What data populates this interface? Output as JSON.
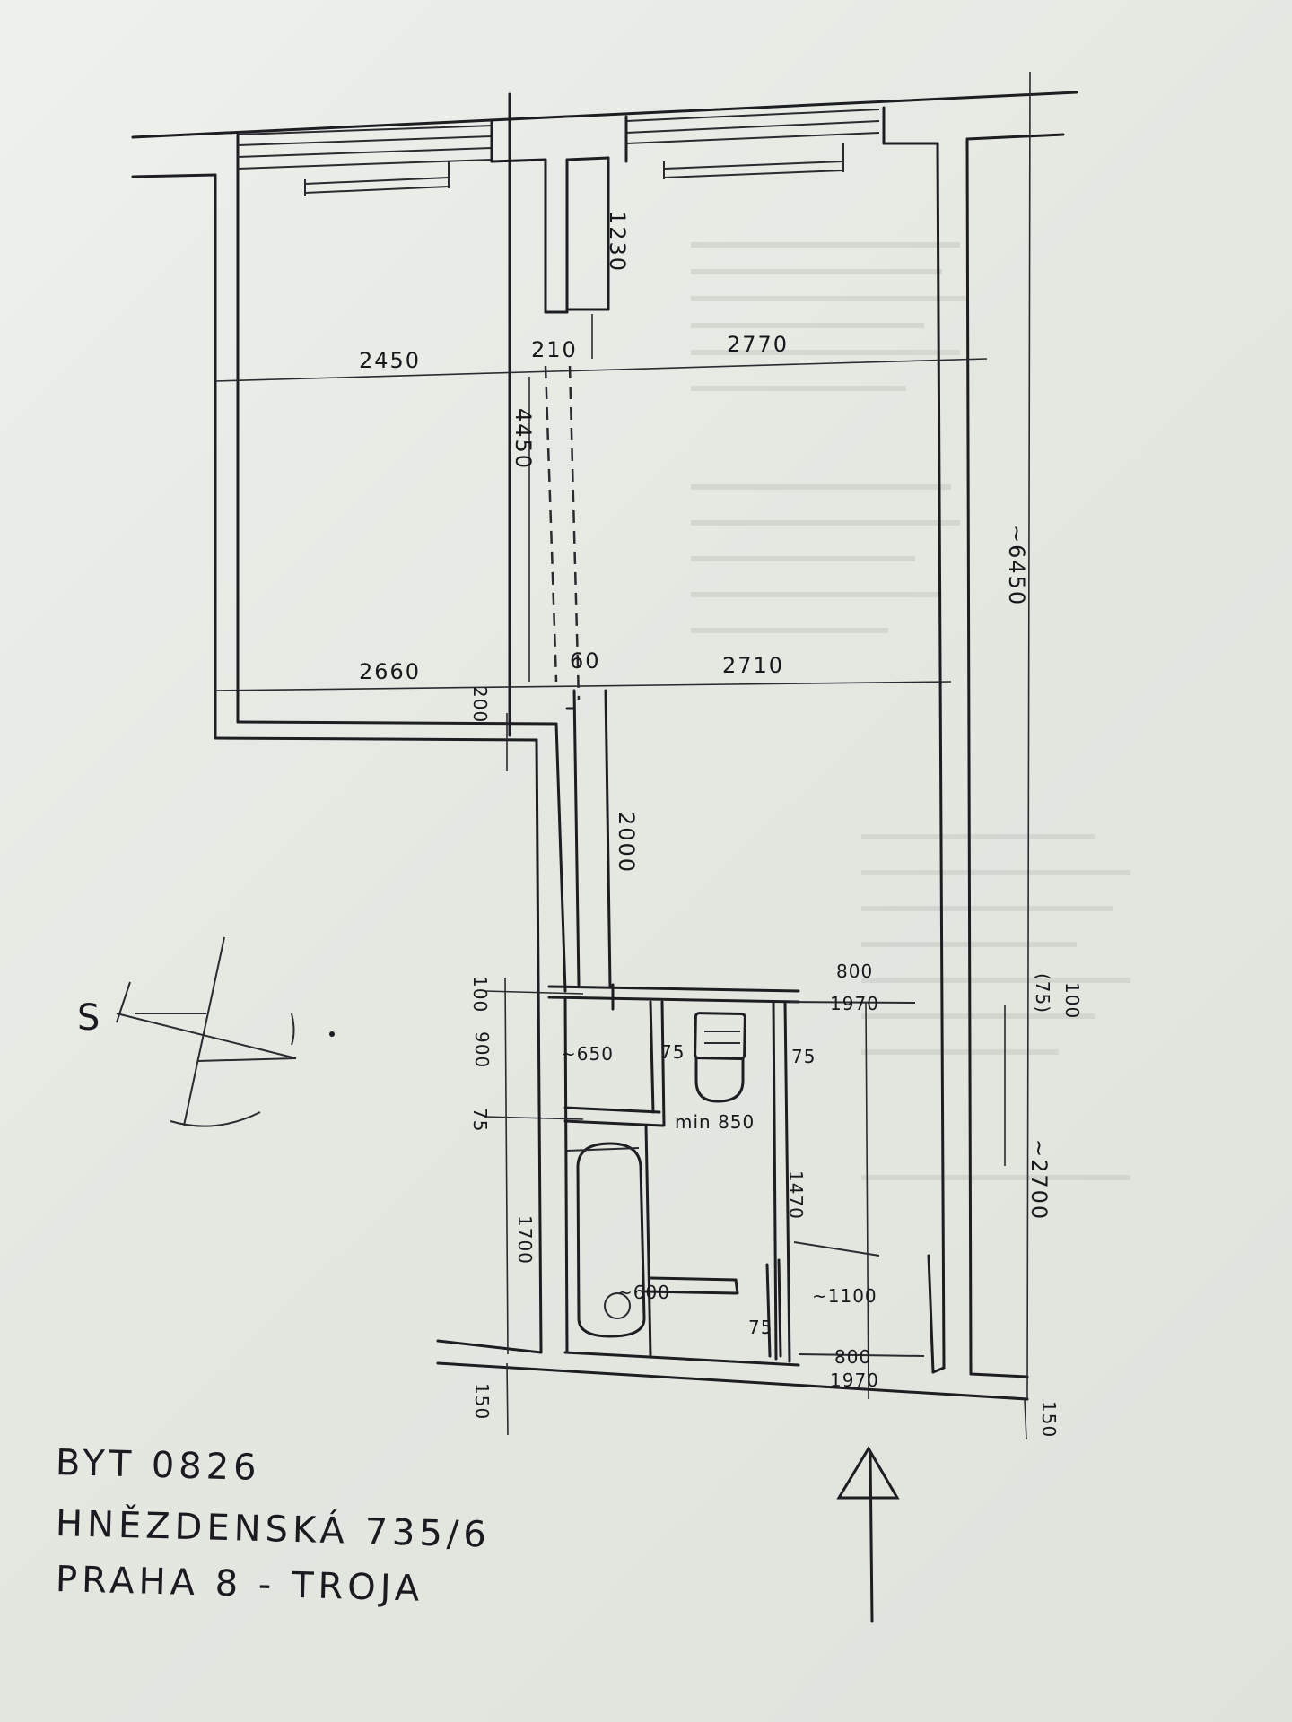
{
  "plan": {
    "dimensions": {
      "d_1230": "1230",
      "d_2450": "2450",
      "d_210": "210",
      "d_2770": "2770",
      "d_4450": "4450",
      "d_6450": "~6450",
      "d_2660": "2660",
      "d_60": "60",
      "d_2710": "2710",
      "d_200": "200",
      "d_2000": "2000",
      "d_100_left": "100",
      "d_800": "800",
      "d_1970_top": "1970",
      "d_100_right": "100",
      "d_75_paren": "(75)",
      "d_900": "900",
      "d_650": "~650",
      "d_75_a": "75",
      "d_75_b": "75",
      "d_75_left": "75",
      "d_min850": "min 850",
      "d_1700": "1700",
      "d_1470": "1470",
      "d_600": "~600",
      "d_1100": "~1100",
      "d_75_c": "75",
      "d_2700": "~2700",
      "d_800_bottom": "800",
      "d_1970_bottom": "1970",
      "d_150_left": "150",
      "d_150_right": "150"
    },
    "compass_label": "S"
  },
  "address": {
    "line1": "BYT 0826",
    "line2": "HNĚZDENSKÁ 735/6",
    "line3": "PRAHA 8 - TROJA"
  }
}
